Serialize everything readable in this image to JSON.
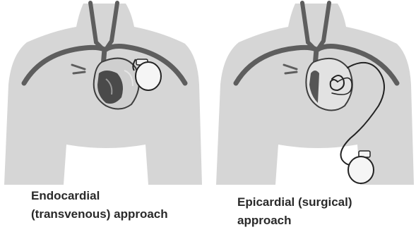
{
  "panels": [
    {
      "caption_line1": "Endocardial",
      "caption_line2": "(transvenous) approach"
    },
    {
      "caption_line1": "Epicardial (surgical)",
      "caption_line2": "approach"
    }
  ],
  "colors": {
    "torso": "#d6d6d6",
    "vessel": "#5e5e5e",
    "heart_dark": "#4a4a4a",
    "heart_light": "#cfcfcf",
    "lead": "#222222"
  }
}
